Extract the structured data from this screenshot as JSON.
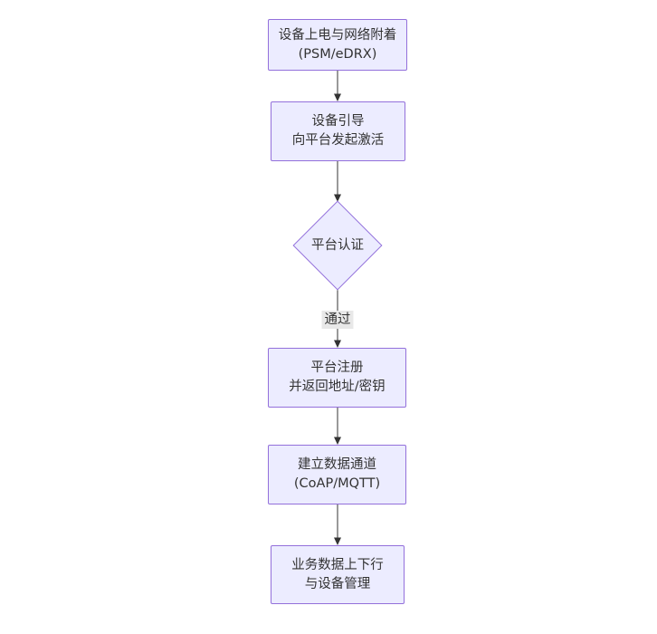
{
  "diagram": {
    "type": "flowchart",
    "direction": "top-down",
    "nodes": {
      "power": {
        "shape": "rect",
        "line1": "设备上电与网络附着",
        "line2": "(PSM/eDRX)"
      },
      "boot": {
        "shape": "rect",
        "line1": "设备引导",
        "line2": "向平台发起激活"
      },
      "auth": {
        "shape": "diamond",
        "label": "平台认证"
      },
      "register": {
        "shape": "rect",
        "line1": "平台注册",
        "line2": "并返回地址/密钥"
      },
      "channel": {
        "shape": "rect",
        "line1": "建立数据通道",
        "line2": "(CoAP/MQTT)"
      },
      "business": {
        "shape": "rect",
        "line1": "业务数据上下行",
        "line2": "与设备管理"
      }
    },
    "edges": {
      "pass_label": "通过",
      "flow": [
        "power -> boot",
        "boot -> auth",
        "auth -> register (通过)",
        "register -> channel",
        "channel -> business"
      ]
    },
    "colors": {
      "node_fill": "#ECECFF",
      "node_border": "#9370DB",
      "text": "#333333",
      "edge_line": "#333333",
      "edge_label_bg": "#e8e8e8",
      "background": "#ffffff"
    }
  }
}
